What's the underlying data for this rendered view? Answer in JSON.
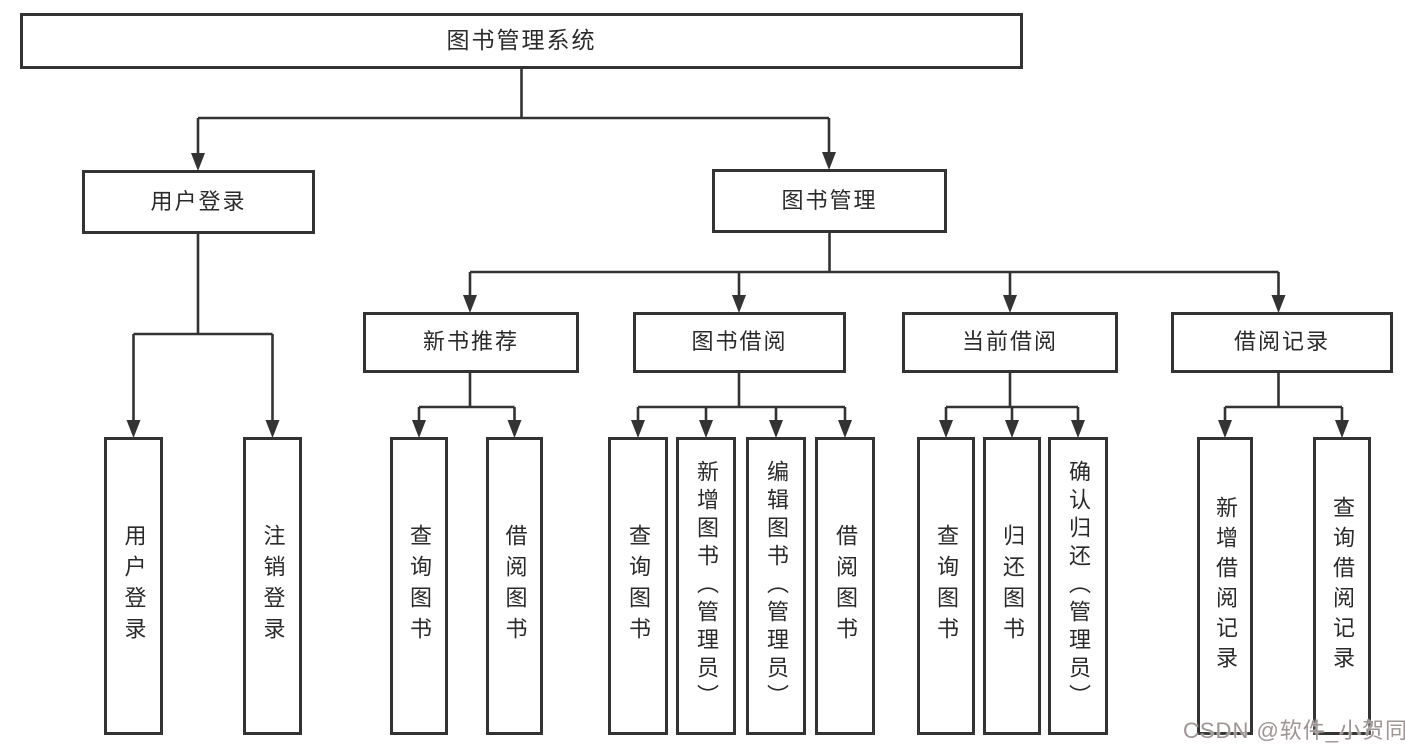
{
  "diagram": {
    "type": "hierarchy",
    "root": {
      "label": "图书管理系统"
    },
    "level2": [
      {
        "label": "用户登录"
      },
      {
        "label": "图书管理"
      }
    ],
    "level3": [
      {
        "label": "新书推荐",
        "parent": "图书管理"
      },
      {
        "label": "图书借阅",
        "parent": "图书管理"
      },
      {
        "label": "当前借阅",
        "parent": "图书管理"
      },
      {
        "label": "借阅记录",
        "parent": "图书管理"
      }
    ],
    "level4": [
      {
        "label": "用户登录",
        "parent": "用户登录"
      },
      {
        "label": "注销登录",
        "parent": "用户登录"
      },
      {
        "label": "查询图书",
        "parent": "新书推荐"
      },
      {
        "label": "借阅图书",
        "parent": "新书推荐"
      },
      {
        "label": "查询图书",
        "parent": "图书借阅"
      },
      {
        "label": "新增图书（管理员）",
        "parent": "图书借阅"
      },
      {
        "label": "编辑图书（管理员）",
        "parent": "图书借阅"
      },
      {
        "label": "借阅图书",
        "parent": "图书借阅"
      },
      {
        "label": "查询图书",
        "parent": "当前借阅"
      },
      {
        "label": "归还图书",
        "parent": "当前借阅"
      },
      {
        "label": "确认归还（管理员）",
        "parent": "当前借阅"
      },
      {
        "label": "新增借阅记录",
        "parent": "借阅记录"
      },
      {
        "label": "查询借阅记录",
        "parent": "借阅记录"
      }
    ],
    "watermark": "CSDN @软件_小贺同学",
    "colors": {
      "line": "#333333",
      "text": "#2a2a2a",
      "background": "#ffffff",
      "watermark": "#9e9494"
    }
  }
}
